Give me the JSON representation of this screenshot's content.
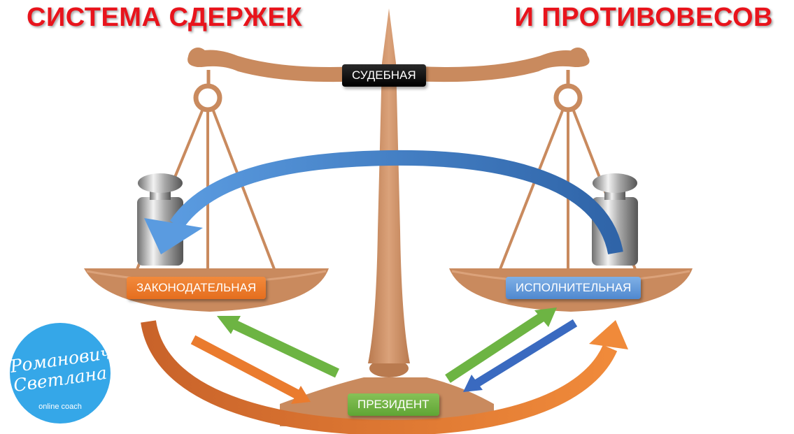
{
  "title": {
    "left": "СИСТЕМА СДЕРЖЕК",
    "right": "И ПРОТИВОВЕСОВ"
  },
  "branches": {
    "judicial": "СУДЕБНАЯ",
    "legislative": "ЗАКОНОДАТЕЛЬНАЯ",
    "executive": "ИСПОЛНИТЕЛЬНАЯ",
    "president": "ПРЕЗИДЕНТ"
  },
  "logo": {
    "name_line1": "Романович",
    "name_line2": "Светлана",
    "tagline": "online coach"
  },
  "colors": {
    "title": "#e8141c",
    "scale": "#c98a5e",
    "scale_dark": "#a86a40",
    "arrow_blue": "#4f88cf",
    "arrow_orange": "#ea7b2e",
    "arrow_green": "#6db443",
    "logo": "#35a7e8"
  }
}
